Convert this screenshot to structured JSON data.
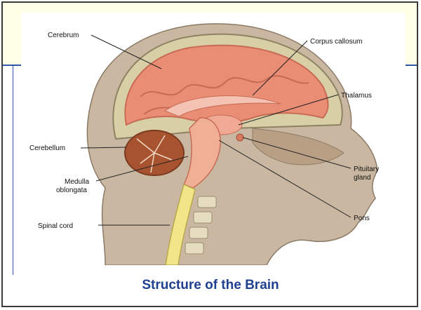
{
  "labels": {
    "cerebrum": "Cerebrum",
    "corpus_callosum": "Corpus callosum",
    "thalamus": "Thalamus",
    "cerebellum": "Cerebellum",
    "pituitary_line1": "Pituitary",
    "pituitary_line2": "gland",
    "medulla_line1": "Medulla",
    "medulla_line2": "oblongata",
    "pons": "Pons",
    "spinal_cord": "Spinal cord"
  },
  "caption": "Structure of the Brain",
  "colors": {
    "brain": "#e98e74",
    "brain_dark": "#c86b55",
    "cerebellum": "#a8532f",
    "spinal": "#f1e58a",
    "skull": "#d9cfa6",
    "skin": "#c9b7a1",
    "caption": "#1f3f8f",
    "accent_rule": "#3355aa"
  }
}
